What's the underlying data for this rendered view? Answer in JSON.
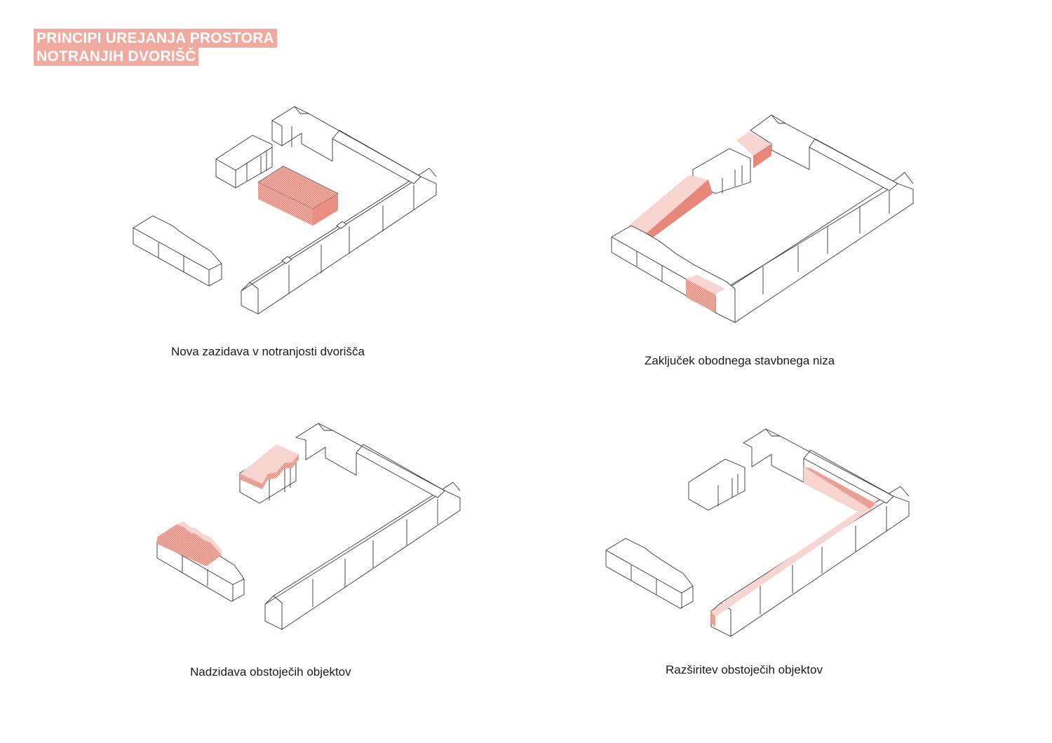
{
  "title": {
    "line1": "PRINCIPI UREJANJA PROSTORA",
    "line2": "NOTRANJIH DVORIŠČ"
  },
  "panels": [
    {
      "caption": "Nova zazidava v notranjosti dvorišča"
    },
    {
      "caption": "Zaključek obodnega stavbnega niza"
    },
    {
      "caption": "Nadzidava obstoječih objektov"
    },
    {
      "caption": "Razširitev obstoječih objektov"
    }
  ],
  "colors": {
    "accent": "#f0aaa0",
    "accent_light": "#f8d5d0",
    "accent_dark": "#e6877a",
    "line": "#333333"
  }
}
